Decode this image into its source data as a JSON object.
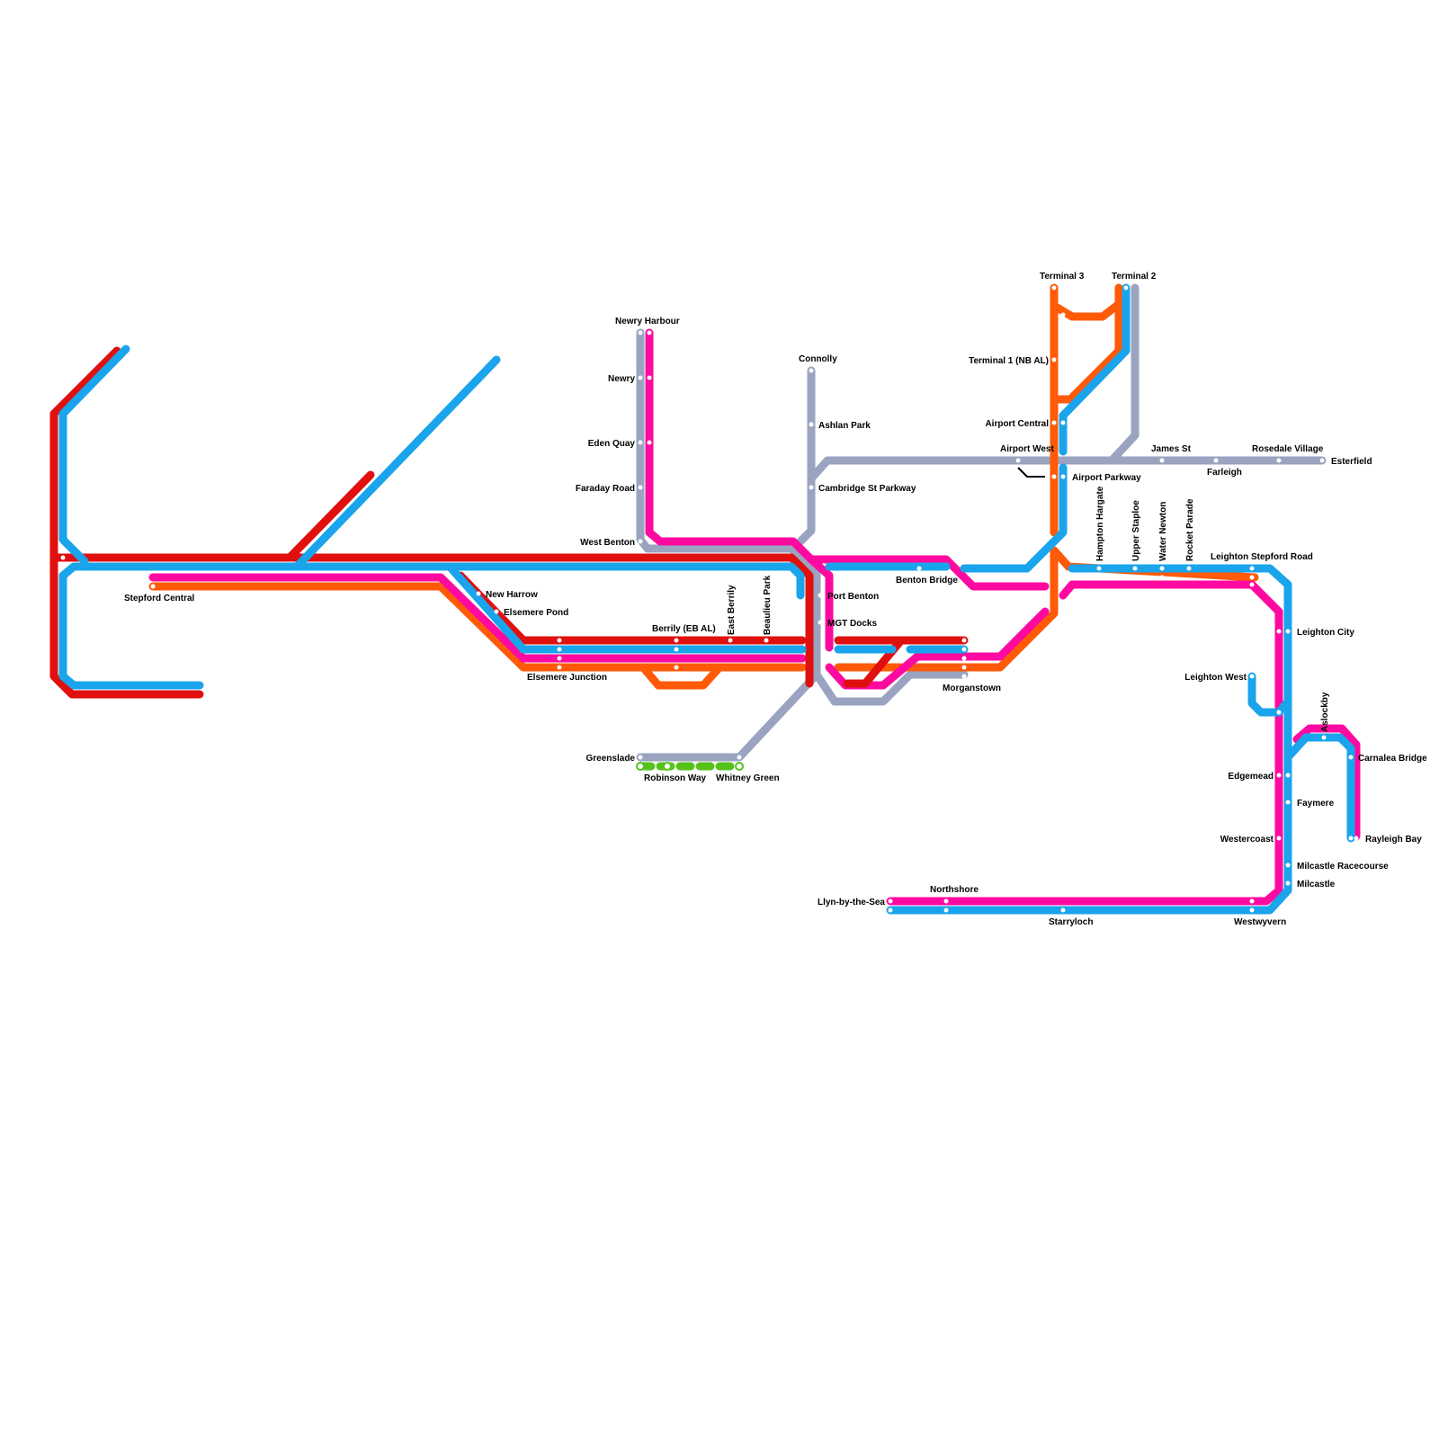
{
  "lines": {
    "red": {
      "color": "#e0100f"
    },
    "blue": {
      "color": "#1aa4ec"
    },
    "pink": {
      "color": "#ff0aa0"
    },
    "orange": {
      "color": "#ff5a08"
    },
    "grey": {
      "color": "#9aa3c0"
    },
    "green": {
      "color": "#55c21b"
    },
    "black": {
      "color": "#000000"
    }
  },
  "stations": {
    "stepford_central": "Stepford Central",
    "new_harrow": "New Harrow",
    "elsemere_pond": "Elsemere Pond",
    "elsemere_junction": "Elsemere Junction",
    "berrily": "Berrily (EB AL)",
    "east_berrily": "East Berrily",
    "beaulieu_park": "Beaulieu Park",
    "newry_harbour": "Newry Harbour",
    "newry": "Newry",
    "eden_quay": "Eden Quay",
    "faraday_road": "Faraday Road",
    "west_benton": "West Benton",
    "connolly": "Connolly",
    "ashlan_park": "Ashlan Park",
    "cambridge_st_parkway": "Cambridge St Parkway",
    "port_benton": "Port Benton",
    "mgt_docks": "MGT Docks",
    "benton_bridge": "Benton Bridge",
    "morganstown": "Morganstown",
    "greenslade": "Greenslade",
    "robinson_way": "Robinson Way",
    "whitney_green": "Whitney Green",
    "terminal_3": "Terminal 3",
    "terminal_2": "Terminal 2",
    "terminal_1": "Terminal 1 (NB AL)",
    "airport_central": "Airport Central",
    "airport_west": "Airport West",
    "airport_parkway": "Airport Parkway",
    "james_st": "James St",
    "farleigh": "Farleigh",
    "rosedale_village": "Rosedale Village",
    "esterfield": "Esterfield",
    "hampton_hargate": "Hampton Hargate",
    "upper_staploe": "Upper Staploe",
    "water_newton": "Water Newton",
    "rocket_parade": "Rocket Parade",
    "leighton_stepford_road": "Leighton Stepford Road",
    "leighton_city": "Leighton City",
    "leighton_west": "Leighton West",
    "aslockby": "Aslockby",
    "carnalea_bridge": "Carnalea Bridge",
    "edgemead": "Edgemead",
    "faymere": "Faymere",
    "westercoast": "Westercoast",
    "rayleigh_bay": "Rayleigh Bay",
    "milcastle_racecourse": "Milcastle Racecourse",
    "milcastle": "Milcastle",
    "northshore": "Northshore",
    "llyn_by_the_sea": "Llyn-by-the-Sea",
    "starryloch": "Starryloch",
    "westwyvern": "Westwyvern"
  }
}
